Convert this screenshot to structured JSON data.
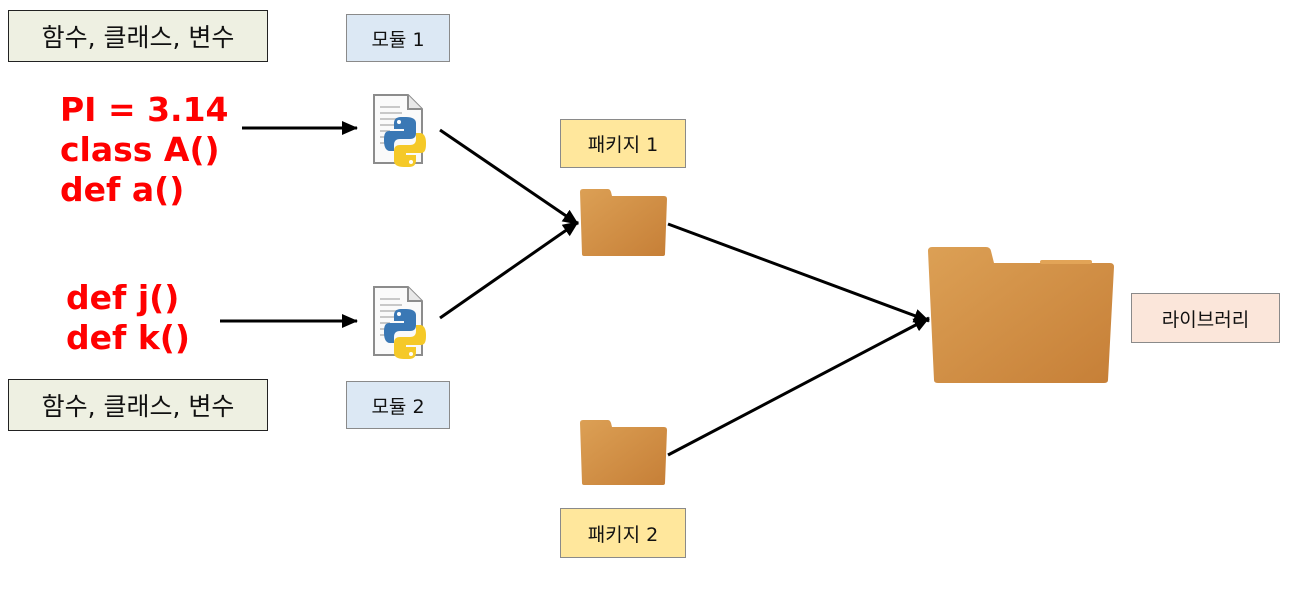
{
  "labels": {
    "top_members": "함수, 클래스, 변수",
    "bottom_members": "함수, 클래스, 변수",
    "module1": "모듈 1",
    "module2": "모듈 2",
    "package1": "패키지 1",
    "package2": "패키지 2",
    "library": "라이브러리"
  },
  "code": {
    "module1_lines": [
      "PI = 3.14",
      "class A()",
      "def a()"
    ],
    "module2_lines": [
      "def j()",
      "def k()"
    ]
  },
  "icons": {
    "module1": "python-file-icon",
    "module2": "python-file-icon",
    "package1": "folder-icon",
    "package2": "folder-icon",
    "library": "folder-icon"
  },
  "colors": {
    "code_text": "#ff0000",
    "folder": "#d08c42",
    "module_label_bg": "#dce8f4",
    "package_label_bg": "#ffe79c",
    "library_label_bg": "#fbe6da",
    "members_label_bg": "#eef0e2"
  }
}
